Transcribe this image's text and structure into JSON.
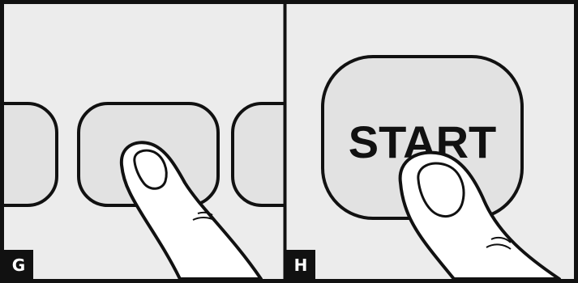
{
  "panels": [
    {
      "id": "G",
      "label": "G"
    },
    {
      "id": "H",
      "label": "H",
      "button_text": "START"
    }
  ],
  "colors": {
    "background": "#ececec",
    "button_fill": "#e2e2e2",
    "outline": "#111111",
    "skin": "#ffffff",
    "label_box": "#111111",
    "label_text": "#ffffff"
  }
}
